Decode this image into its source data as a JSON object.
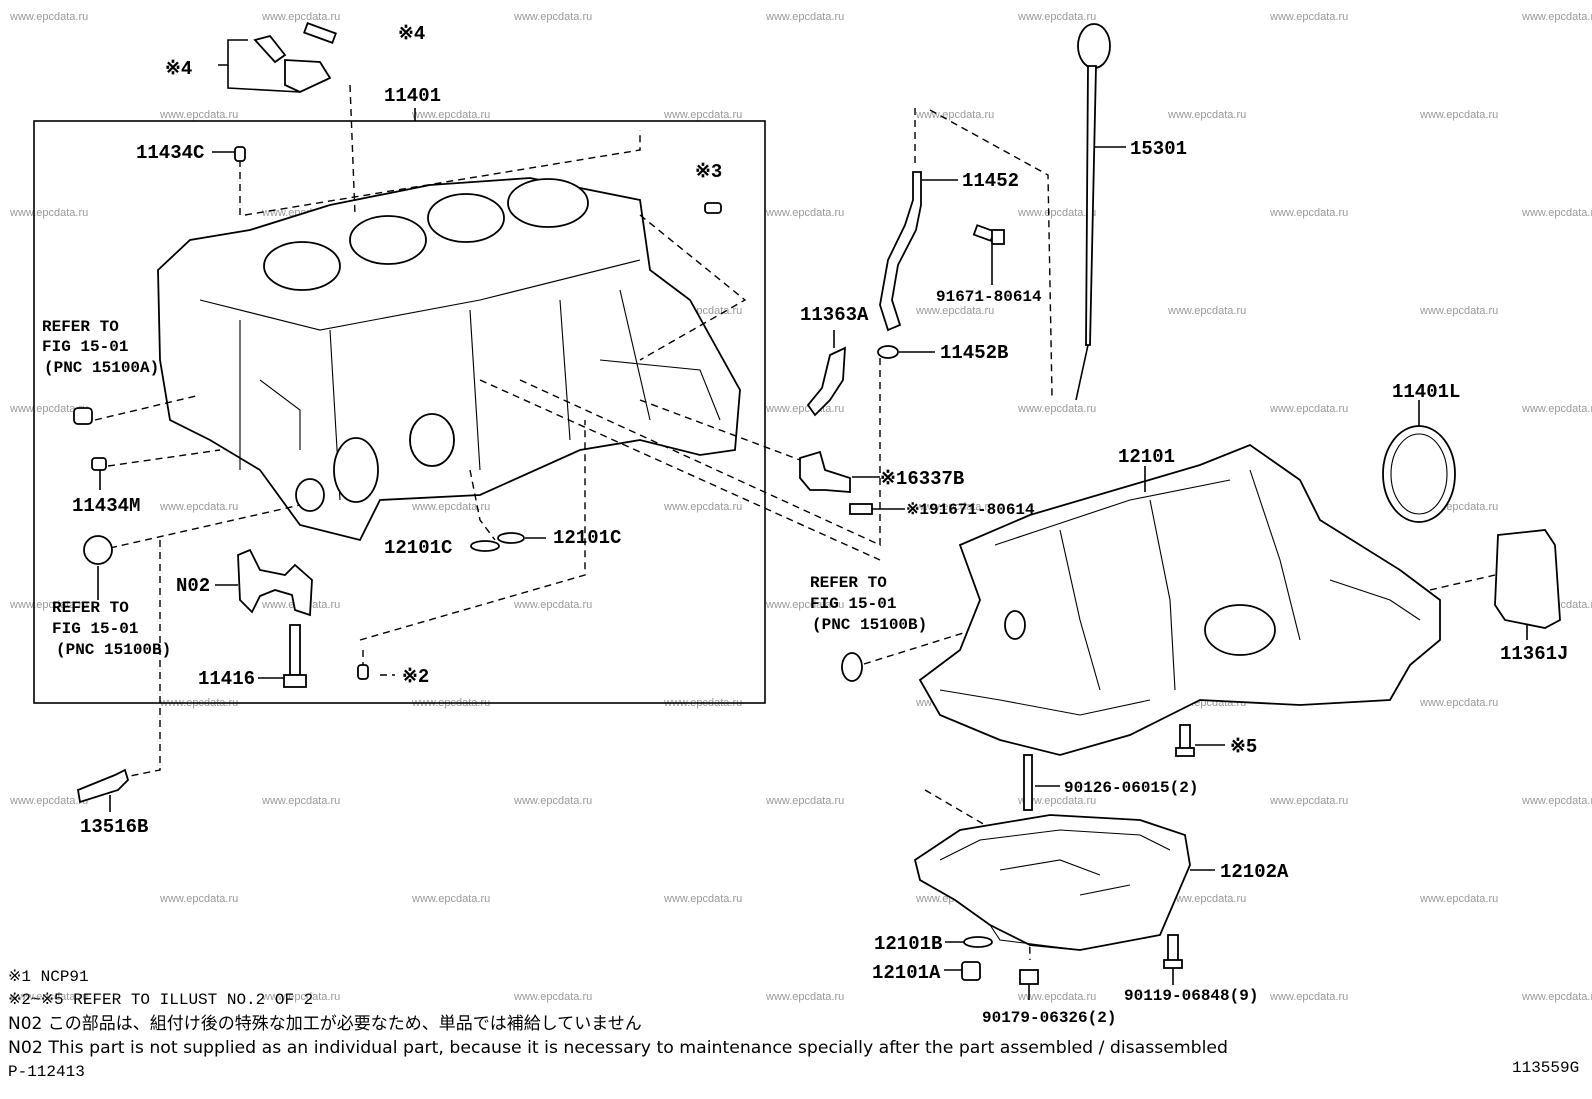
{
  "watermark": "www.epcdata.ru",
  "labels": {
    "p11401": "11401",
    "p11434C": "11434C",
    "star3": "※3",
    "star4a": "※4",
    "star4b": "※4",
    "ref_a1": "REFER TO",
    "ref_a2": "FIG 15-01",
    "ref_a3": "(PNC 15100A)",
    "p11434M": "11434M",
    "p12101C_a": "12101C",
    "p12101C_b": "12101C",
    "pN02": "N02",
    "ref_b1": "REFER TO",
    "ref_b2": "FIG 15-01",
    "ref_b3": "(PNC 15100B)",
    "p11416": "11416",
    "star2": "※2",
    "p13516B": "13516B",
    "p11452": "11452",
    "p91671a": "91671-80614",
    "p11363A": "11363A",
    "p11452B": "11452B",
    "p16337B": "※16337B",
    "p91671b": "※191671-80614",
    "ref_c1": "REFER TO",
    "ref_c2": "FIG 15-01",
    "ref_c3": "(PNC 15100B)",
    "p15301": "15301",
    "p11401L": "11401L",
    "p12101": "12101",
    "p11361J": "11361J",
    "star5": "※5",
    "p90126": "90126-06015(2)",
    "p12102A": "12102A",
    "p12101B": "12101B",
    "p12101A": "12101A",
    "p90119": "90119-06848(9)",
    "p90179": "90179-06326(2)"
  },
  "notes": {
    "n1": "※1 NCP91",
    "n2": "※2~※5 REFER TO ILLUST NO.2 OF 2",
    "n3": "N02  この部品は、組付け後の特殊な加工が必要なため、単品では補給していません",
    "n4": "N02  This part is not supplied as an individual part, because it is necessary to maintenance specially after the part assembled / disassembled",
    "n5": "P-112413",
    "n6": "113559G"
  }
}
